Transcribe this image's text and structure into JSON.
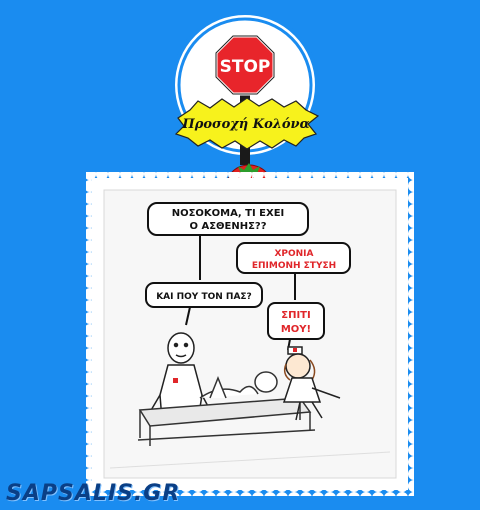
{
  "sign": {
    "stop_text": "STOP",
    "banner_text": "Προσοχή Κολόνα"
  },
  "comic": {
    "bubble_doctor": [
      "ΝΟΣΟΚΟΜΑ, ΤΙ ΕΧΕΙ",
      "Ο ΑΣΘΕΝΗΣ??"
    ],
    "bubble_nurse": [
      "ΧΡΟΝΙΑ",
      "ΕΠΙΜΟΝΗ ΣΤΥΣΗ"
    ],
    "bubble_doctor_question": "ΚΑΙ ΠΟΥ ΤΟΝ ΠΑΣ?",
    "bubble_nurse_answer": [
      "ΣΠΙΤΙ",
      "ΜΟΥ!"
    ]
  },
  "footer": {
    "brand": "SAPSALIS.GR"
  },
  "colors": {
    "background": "#1a8cf0",
    "stop_red": "#e8252b",
    "banner_yellow": "#f7f21c",
    "nurse_text_red": "#e0262a"
  }
}
